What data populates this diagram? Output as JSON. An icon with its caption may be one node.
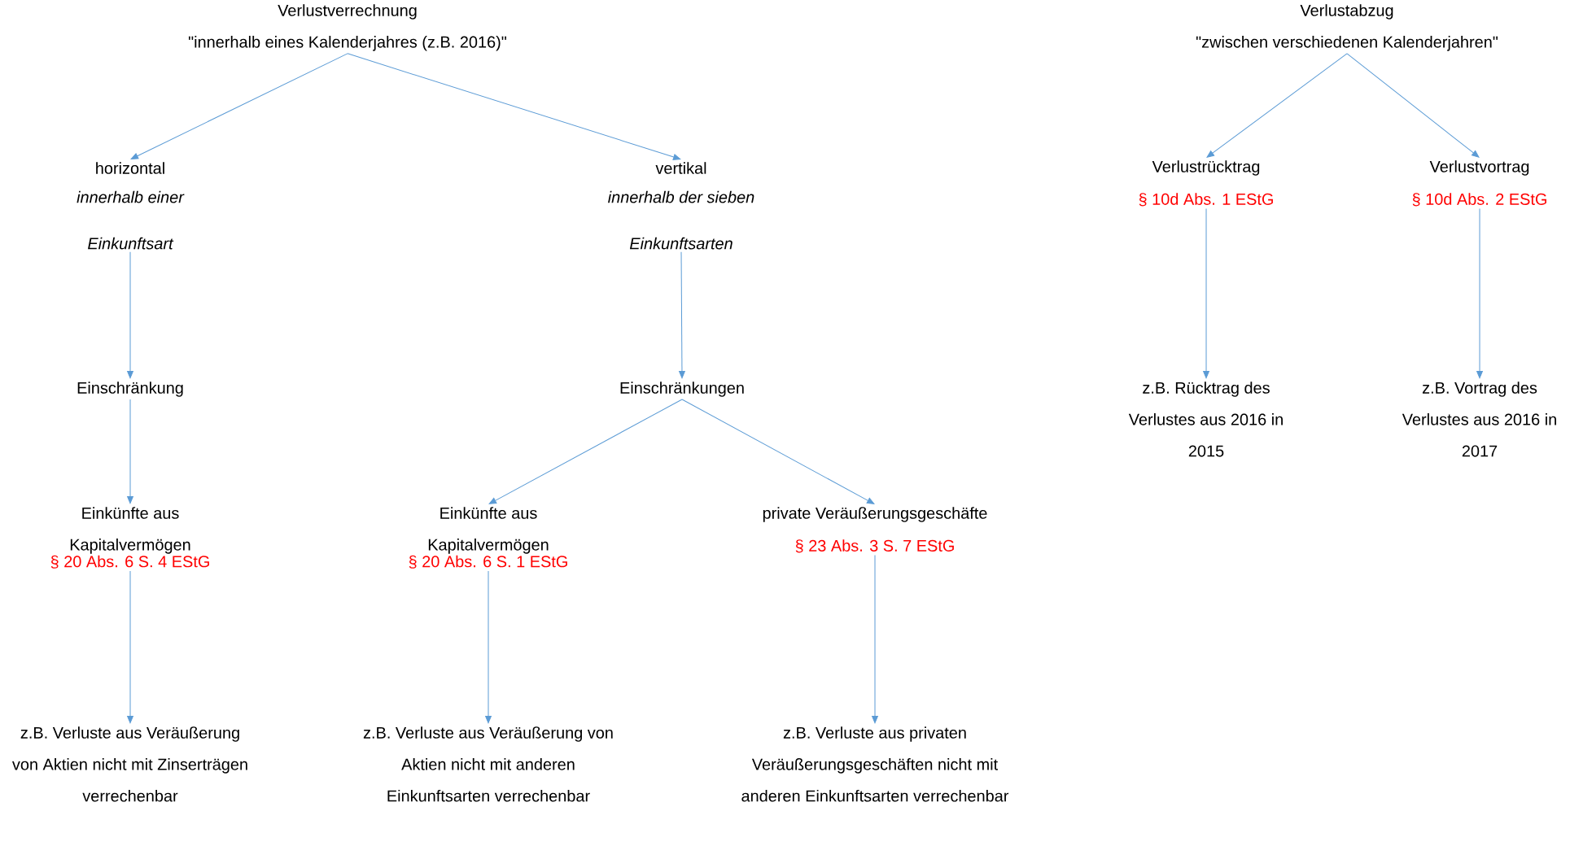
{
  "diagram": {
    "nodes": [
      {
        "text": [
          "Verlustverrechnung",
          "\"innerhalb eines Kalenderjahres (z.B. 2016)\""
        ]
      },
      {
        "text": [
          "horizontal",
          "innerhalb einer Einkunftsart"
        ]
      },
      {
        "text": [
          "vertikal",
          "innerhalb der sieben Einkunftsarten"
        ]
      },
      {
        "text": [
          "Einschränkung"
        ]
      },
      {
        "text": [
          "Einschränkungen"
        ]
      },
      {
        "text": [
          "Einkünfte aus Kapitalvermögen",
          "§ 20 Abs. 6 S. 4 EStG"
        ]
      },
      {
        "text": [
          "Einkünfte aus Kapitalvermögen",
          "§ 20 Abs. 6 S. 1 EStG"
        ]
      },
      {
        "text": [
          "private Veräußerungsgeschäfte",
          "§ 23 Abs. 3 S. 7 EStG"
        ]
      },
      {
        "text": [
          "z.B. Verluste aus Veräußerung von Aktien nicht mit Zinserträgen verrechenbar"
        ]
      },
      {
        "text": [
          "z.B. Verluste aus Veräußerung von Aktien nicht mit anderen Einkunftsarten verrechenbar"
        ]
      },
      {
        "text": [
          "z.B. Verluste aus privaten Veräußerungsgeschäften nicht mit anderen Einkunftsarten verrechenbar"
        ]
      },
      {
        "text": [
          "Verlustabzug",
          "\"zwischen verschiedenen Kalenderjahren\""
        ]
      },
      {
        "text": [
          "Verlustrücktrag",
          "§ 10d Abs. 1 EStG"
        ]
      },
      {
        "text": [
          "Verlustvortrag",
          "§ 10d Abs. 2 EStG"
        ]
      },
      {
        "text": [
          "z.B. Rücktrag des Verlustes aus 2016 in 2015"
        ]
      },
      {
        "text": [
          "z.B. Vortrag des Verlustes aus 2016 in 2017"
        ]
      }
    ],
    "edges": [
      {
        "from": 0,
        "to": 1,
        "arrow": "to"
      },
      {
        "from": 0,
        "to": 2,
        "arrow": "to"
      },
      {
        "from": 1,
        "to": 3,
        "arrow": "to"
      },
      {
        "from": 2,
        "to": 4,
        "arrow": "to"
      },
      {
        "from": 3,
        "to": 5,
        "arrow": "to"
      },
      {
        "from": 4,
        "to": 6,
        "arrow": "to"
      },
      {
        "from": 4,
        "to": 7,
        "arrow": "to"
      },
      {
        "from": 5,
        "to": 8,
        "arrow": "to"
      },
      {
        "from": 6,
        "to": 9,
        "arrow": "to"
      },
      {
        "from": 7,
        "to": 10,
        "arrow": "to"
      },
      {
        "from": 11,
        "to": 12,
        "arrow": "to"
      },
      {
        "from": 11,
        "to": 13,
        "arrow": "to"
      },
      {
        "from": 12,
        "to": 14,
        "arrow": "to"
      },
      {
        "from": 13,
        "to": 15,
        "arrow": "to"
      }
    ]
  }
}
